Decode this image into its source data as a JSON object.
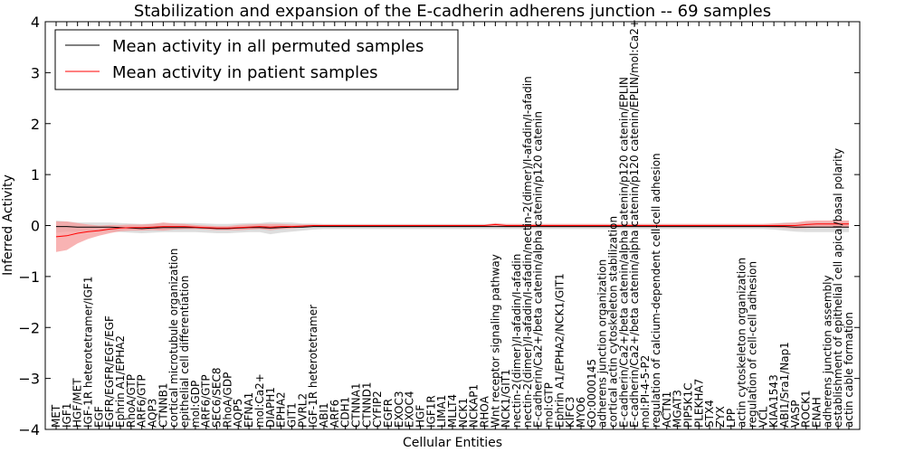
{
  "chart_data": {
    "type": "line",
    "title": "Stabilization and expansion of the E-cadherin adherens junction -- 69 samples",
    "xlabel": "Cellular Entities",
    "ylabel": "Inferred Activity",
    "ylim": [
      -4,
      4
    ],
    "yticks": [
      -4,
      -3,
      -2,
      -1,
      0,
      1,
      2,
      3,
      4
    ],
    "legend_position": "top-left",
    "categories": [
      "MET",
      "IGF1",
      "HGF/MET",
      "IGF-1R heterotetramer/IGF1",
      "EGF",
      "EGFR/EGFR/EGF/EGF",
      "Ephrin A1/EPHA2",
      "RhoA/GTP",
      "ARF6/GTP",
      "AQP3",
      "CTNNB1",
      "cortical microtubule organization",
      "epithelial cell differentiation",
      "mol:GDP",
      "ARF6/GTP",
      "SEC6/SEC8",
      "RhoA/GDP",
      "AQP5",
      "EFNA1",
      "mol:Ca2+",
      "DIAPH1",
      "EPHA2",
      "GIT1",
      "PVRL2",
      "IGF-1R heterotetramer",
      "ABI1",
      "ARF6",
      "CDH1",
      "CTNNA1",
      "CTNND1",
      "CYFIP2",
      "EGFR",
      "EXOC3",
      "EXOC4",
      "HGF",
      "IGF1R",
      "LIMA1",
      "MLLT4",
      "NCK1",
      "NCKAP1",
      "RHOA",
      "Wnt receptor signaling pathway",
      "NCK1/GIT1",
      "nectin-2(dimer)/I-afadin/I-afadin",
      "nectin-2(dimer)/I-afadin/I-afadin/nectin-2(dimer)/I-afadin/I-afadin",
      "E-cadherin/Ca2+/beta catenin/alpha catenin/p120 catenin",
      "mol:GTP",
      "Ephrin A1/EPHA2/NCK1/GIT1",
      "KIFC3",
      "MYO6",
      "GO:0000145",
      "adherens junction organization",
      "cortical actin cytoskeleton stabilization",
      "E-cadherin/Ca2+/beta catenin/alpha catenin/p120 catenin/EPLIN",
      "E-cadherin/Ca2+/beta catenin/alpha catenin/p120 catenin/EPLIN/mol:Ca2+",
      "mol:PI-4-5-P2",
      "regulation of calcium-dependent cell-cell adhesion",
      "ACTN1",
      "MGAT3",
      "PIP5K1C",
      "PLEKHA7",
      "STX4",
      "ZYX",
      "LPP",
      "actin cytoskeleton organization",
      "regulation of cell-cell adhesion",
      "VCL",
      "KIAA1543",
      "ABI1/Sra1/Nap1",
      "VASP",
      "ROCK1",
      "ENAH",
      "adherens junction assembly",
      "establishment of epithelial cell apical/basal polarity",
      "actin cable formation"
    ],
    "series": [
      {
        "name": "Mean activity in all permuted samples",
        "color": "#000000",
        "band_color": "#c8c8c8",
        "values": [
          -0.02,
          -0.02,
          -0.03,
          -0.03,
          -0.03,
          -0.03,
          -0.04,
          -0.05,
          -0.06,
          -0.05,
          -0.04,
          -0.04,
          -0.04,
          -0.04,
          -0.05,
          -0.06,
          -0.06,
          -0.05,
          -0.04,
          -0.04,
          -0.05,
          -0.04,
          -0.03,
          -0.03,
          -0.02,
          -0.02,
          -0.02,
          -0.02,
          -0.02,
          -0.02,
          -0.02,
          -0.02,
          -0.02,
          -0.02,
          -0.02,
          -0.02,
          -0.02,
          -0.02,
          -0.02,
          -0.02,
          -0.02,
          -0.02,
          -0.02,
          -0.02,
          -0.02,
          -0.02,
          -0.02,
          -0.02,
          -0.02,
          -0.02,
          -0.02,
          -0.02,
          -0.02,
          -0.02,
          -0.02,
          -0.02,
          -0.02,
          -0.02,
          -0.02,
          -0.02,
          -0.02,
          -0.02,
          -0.02,
          -0.02,
          -0.02,
          -0.02,
          -0.02,
          -0.02,
          -0.02,
          -0.03,
          -0.03,
          -0.03,
          -0.03,
          -0.03,
          -0.03
        ],
        "band": [
          0.12,
          0.1,
          0.09,
          0.09,
          0.09,
          0.09,
          0.09,
          0.09,
          0.09,
          0.09,
          0.09,
          0.09,
          0.09,
          0.09,
          0.09,
          0.09,
          0.09,
          0.09,
          0.09,
          0.09,
          0.12,
          0.1,
          0.09,
          0.07,
          0.06,
          0.05,
          0.05,
          0.05,
          0.05,
          0.05,
          0.05,
          0.05,
          0.05,
          0.05,
          0.05,
          0.05,
          0.05,
          0.05,
          0.05,
          0.05,
          0.05,
          0.05,
          0.05,
          0.05,
          0.05,
          0.05,
          0.05,
          0.05,
          0.05,
          0.05,
          0.05,
          0.05,
          0.05,
          0.05,
          0.05,
          0.05,
          0.05,
          0.05,
          0.05,
          0.05,
          0.05,
          0.05,
          0.05,
          0.05,
          0.05,
          0.05,
          0.05,
          0.06,
          0.08,
          0.09,
          0.1,
          0.1,
          0.1,
          0.1,
          0.1
        ]
      },
      {
        "name": "Mean activity in patient samples",
        "color": "#ff0000",
        "band_color": "#f59a9a",
        "values": [
          -0.22,
          -0.2,
          -0.15,
          -0.12,
          -0.1,
          -0.07,
          -0.05,
          -0.04,
          -0.04,
          -0.03,
          -0.02,
          -0.02,
          -0.02,
          -0.03,
          -0.04,
          -0.05,
          -0.05,
          -0.04,
          -0.03,
          -0.02,
          -0.03,
          -0.02,
          -0.02,
          -0.01,
          0.0,
          0.0,
          0.0,
          0.0,
          0.0,
          0.0,
          0.0,
          0.0,
          0.0,
          0.0,
          0.0,
          0.0,
          0.0,
          0.0,
          0.0,
          0.0,
          0.0,
          0.02,
          0.0,
          0.0,
          0.0,
          0.0,
          0.0,
          0.0,
          0.0,
          0.0,
          0.0,
          0.0,
          0.0,
          0.0,
          0.0,
          0.0,
          0.0,
          0.0,
          0.0,
          0.0,
          0.0,
          0.0,
          0.0,
          0.0,
          0.0,
          0.0,
          0.0,
          0.0,
          0.0,
          0.0,
          0.02,
          0.03,
          0.03,
          0.03,
          0.03
        ],
        "band": [
          0.3,
          0.28,
          0.2,
          0.14,
          0.1,
          0.08,
          0.06,
          0.06,
          0.06,
          0.06,
          0.08,
          0.06,
          0.05,
          0.04,
          0.04,
          0.04,
          0.04,
          0.05,
          0.05,
          0.05,
          0.06,
          0.05,
          0.04,
          0.03,
          0.02,
          0.02,
          0.02,
          0.02,
          0.02,
          0.02,
          0.02,
          0.02,
          0.02,
          0.02,
          0.02,
          0.02,
          0.02,
          0.02,
          0.02,
          0.02,
          0.02,
          0.03,
          0.03,
          0.03,
          0.03,
          0.03,
          0.03,
          0.03,
          0.03,
          0.03,
          0.03,
          0.03,
          0.03,
          0.03,
          0.03,
          0.03,
          0.03,
          0.03,
          0.03,
          0.03,
          0.03,
          0.03,
          0.03,
          0.03,
          0.03,
          0.03,
          0.03,
          0.04,
          0.05,
          0.06,
          0.07,
          0.07,
          0.07,
          0.07,
          0.07
        ]
      }
    ]
  }
}
